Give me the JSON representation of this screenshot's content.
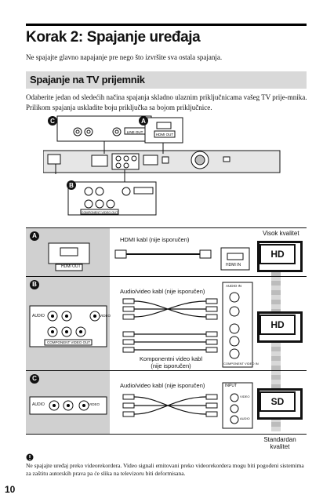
{
  "page": {
    "title": "Korak 2: Spajanje uređaja",
    "intro": "Ne spajajte glavno napajanje pre nego što izvršite sva ostala spajanja.",
    "section_title": "Spajanje na TV prijemnik",
    "body": "Odaberite jedan od sledećih načina spajanja skladno ulaznim priključnicama vašeg TV prije-mnika. Prilikom spajanja uskladite boju priključka sa bojom priključnice.",
    "page_number": "10"
  },
  "figure_top": {
    "badge_a": "A",
    "badge_b": "B",
    "badge_c": "C",
    "hdmi_out": "HDMI OUT",
    "line_out": "LINE OUT",
    "component_out": "COMPONENT VIDEO OUT"
  },
  "panels": {
    "a": {
      "badge": "A",
      "cable": "HDMI kabl (nije isporučen)",
      "device_jack": "HDMI OUT",
      "tv_jack": "HDMI IN",
      "quality": "Visok kvalitet",
      "screen": "HD"
    },
    "b": {
      "badge": "B",
      "cable_av": "Audio/video kabl (nije isporučen)",
      "cable_comp": "Komponentni video kabl",
      "cable_comp2": "(nije isporučen)",
      "device_audio": "AUDIO",
      "device_video": "VIDEO",
      "device_comp": "COMPONENT VIDEO OUT",
      "tv_audio": "AUDIO IN",
      "tv_comp": "COMPONENT VIDEO IN",
      "screen": "HD"
    },
    "c": {
      "badge": "C",
      "cable": "Audio/video kabl (nije isporučen)",
      "device_audio": "AUDIO",
      "device_video": "VIDEO",
      "tv_input": "INPUT",
      "tv_video": "VIDEO",
      "tv_audio": "AUDIO",
      "screen": "SD",
      "quality1": "Standardan",
      "quality2": "kvalitet"
    }
  },
  "note": "Ne spajajte uređaj preko videorekordera. Video signali emitovani preko videorekordera mogu biti pogođeni sistemima za zaštitu autorskih prava pa će slika na televizoru biti deformisana."
}
